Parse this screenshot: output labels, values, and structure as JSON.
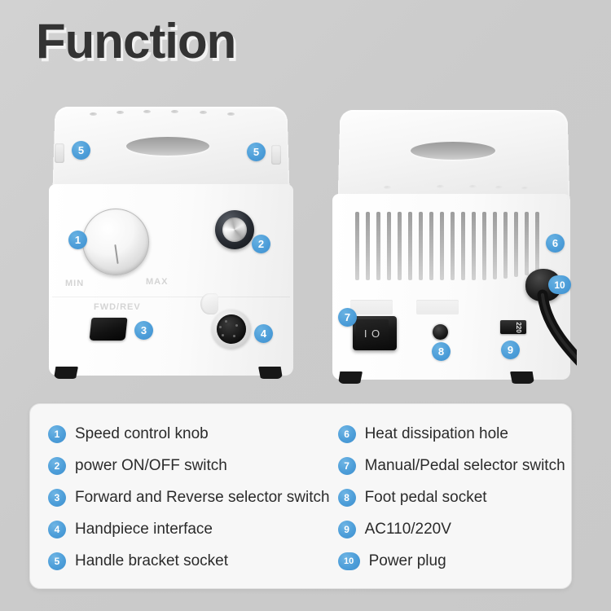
{
  "title": "Function",
  "devices": {
    "left": {
      "name": "front-view",
      "emboss": {
        "min": "MIN",
        "max": "MAX",
        "mode": "FWD/REV"
      },
      "callouts": [
        {
          "id": "5",
          "label": "Handle bracket socket"
        },
        {
          "id": "5",
          "label": "Handle bracket socket"
        },
        {
          "id": "1",
          "label": "Speed control knob"
        },
        {
          "id": "2",
          "label": "power ON/OFF switch"
        },
        {
          "id": "3",
          "label": "Forward and Reverse selector switch"
        },
        {
          "id": "4",
          "label": "Handpiece interface"
        }
      ]
    },
    "right": {
      "name": "rear-view",
      "volt_selector_value": "220",
      "rocker_marks": "I O",
      "callouts": [
        {
          "id": "6",
          "label": "Heat dissipation hole"
        },
        {
          "id": "7",
          "label": "Manual/Pedal selector switch"
        },
        {
          "id": "8",
          "label": "Foot pedal socket"
        },
        {
          "id": "9",
          "label": "AC110/220V"
        },
        {
          "id": "10",
          "label": "Power plug"
        }
      ]
    }
  },
  "legend": {
    "left_column": [
      {
        "number": "1",
        "label": "Speed control knob"
      },
      {
        "number": "2",
        "label": "power ON/OFF switch"
      },
      {
        "number": "3",
        "label": "Forward and Reverse selector switch"
      },
      {
        "number": "4",
        "label": "Handpiece interface"
      },
      {
        "number": "5",
        "label": "Handle bracket socket"
      }
    ],
    "right_column": [
      {
        "number": "6",
        "label": "Heat dissipation hole"
      },
      {
        "number": "7",
        "label": "Manual/Pedal selector switch"
      },
      {
        "number": "8",
        "label": "Foot pedal socket"
      },
      {
        "number": "9",
        "label": "AC110/220V"
      },
      {
        "number": "10",
        "label": "Power plug"
      }
    ]
  },
  "colors": {
    "background": "#cdcdcd",
    "badge_blue": "#4d9ed9",
    "title_text": "#333333",
    "title_shadow": "#f2f2f2",
    "panel_bg": "#f7f7f7",
    "device_white": "#fbfbfb",
    "accent_black": "#121212"
  }
}
